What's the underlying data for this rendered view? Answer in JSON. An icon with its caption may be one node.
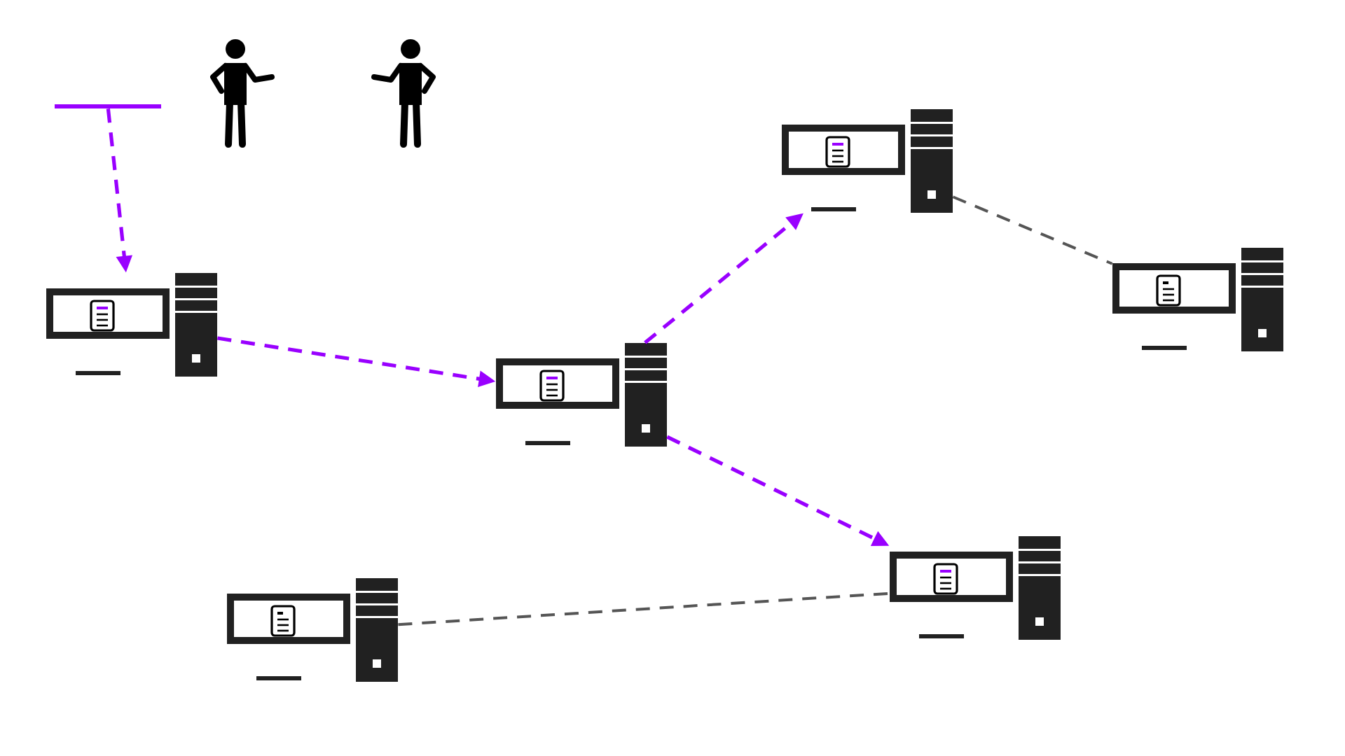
{
  "diagram": {
    "nodes": [
      {
        "text": [],
        "shape": "bar"
      },
      {
        "text": [],
        "shape": "computer"
      },
      {
        "text": [],
        "shape": "computer"
      },
      {
        "text": [],
        "shape": "computer"
      },
      {
        "text": [],
        "shape": "computer"
      },
      {
        "text": [],
        "shape": "computer"
      },
      {
        "text": [],
        "shape": "computer"
      }
    ],
    "edges": [
      {
        "from": 0,
        "to": 1,
        "arrow": "to",
        "style": "dashed",
        "color": "#9900ff"
      },
      {
        "from": 1,
        "to": 4,
        "arrow": "to",
        "style": "dashed",
        "color": "#9900ff"
      },
      {
        "from": 4,
        "to": 2,
        "arrow": "to",
        "style": "dashed",
        "color": "#9900ff"
      },
      {
        "from": 4,
        "to": 6,
        "arrow": "to",
        "style": "dashed",
        "color": "#9900ff"
      },
      {
        "from": 2,
        "to": 3,
        "arrow": "none",
        "style": "dashed",
        "color": "#555555"
      },
      {
        "from": 5,
        "to": 6,
        "arrow": "none",
        "style": "dashed",
        "color": "#555555"
      }
    ]
  }
}
